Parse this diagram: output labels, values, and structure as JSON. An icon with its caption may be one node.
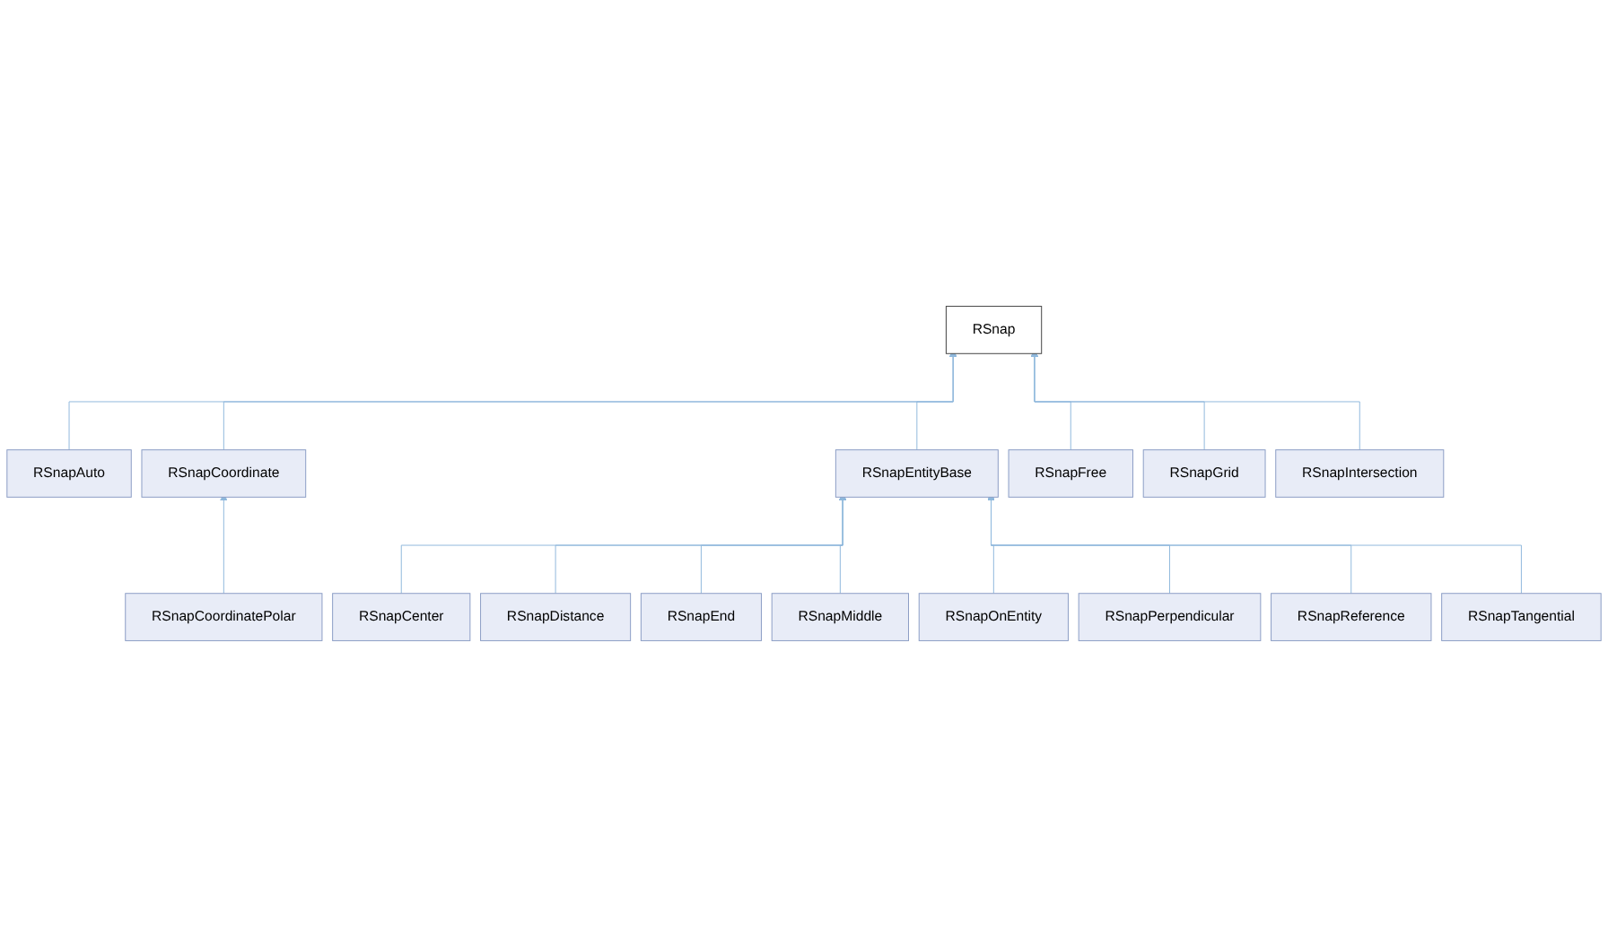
{
  "diagram": {
    "nodes": [
      {
        "text": [
          "RSnap"
        ]
      },
      {
        "text": [
          "RSnapAuto"
        ]
      },
      {
        "text": [
          "RSnapCoordinate"
        ]
      },
      {
        "text": [
          "RSnapEntityBase"
        ]
      },
      {
        "text": [
          "RSnapFree"
        ]
      },
      {
        "text": [
          "RSnapGrid"
        ]
      },
      {
        "text": [
          "RSnapIntersection"
        ]
      },
      {
        "text": [
          "RSnapCoordinatePolar"
        ]
      },
      {
        "text": [
          "RSnapCenter"
        ]
      },
      {
        "text": [
          "RSnapDistance"
        ]
      },
      {
        "text": [
          "RSnapEnd"
        ]
      },
      {
        "text": [
          "RSnapMiddle"
        ]
      },
      {
        "text": [
          "RSnapOnEntity"
        ]
      },
      {
        "text": [
          "RSnapPerpendicular"
        ]
      },
      {
        "text": [
          "RSnapReference"
        ]
      },
      {
        "text": [
          "RSnapTangential"
        ]
      }
    ],
    "edges": [
      {
        "from": 1,
        "to": 0,
        "arrow": "to"
      },
      {
        "from": 2,
        "to": 0,
        "arrow": "to"
      },
      {
        "from": 3,
        "to": 0,
        "arrow": "to"
      },
      {
        "from": 4,
        "to": 0,
        "arrow": "to"
      },
      {
        "from": 5,
        "to": 0,
        "arrow": "to"
      },
      {
        "from": 6,
        "to": 0,
        "arrow": "to"
      },
      {
        "from": 7,
        "to": 2,
        "arrow": "to"
      },
      {
        "from": 8,
        "to": 3,
        "arrow": "to"
      },
      {
        "from": 9,
        "to": 3,
        "arrow": "to"
      },
      {
        "from": 10,
        "to": 3,
        "arrow": "to"
      },
      {
        "from": 11,
        "to": 3,
        "arrow": "to"
      },
      {
        "from": 12,
        "to": 3,
        "arrow": "to"
      },
      {
        "from": 13,
        "to": 3,
        "arrow": "to"
      },
      {
        "from": 14,
        "to": 3,
        "arrow": "to"
      },
      {
        "from": 15,
        "to": 3,
        "arrow": "to"
      }
    ]
  }
}
